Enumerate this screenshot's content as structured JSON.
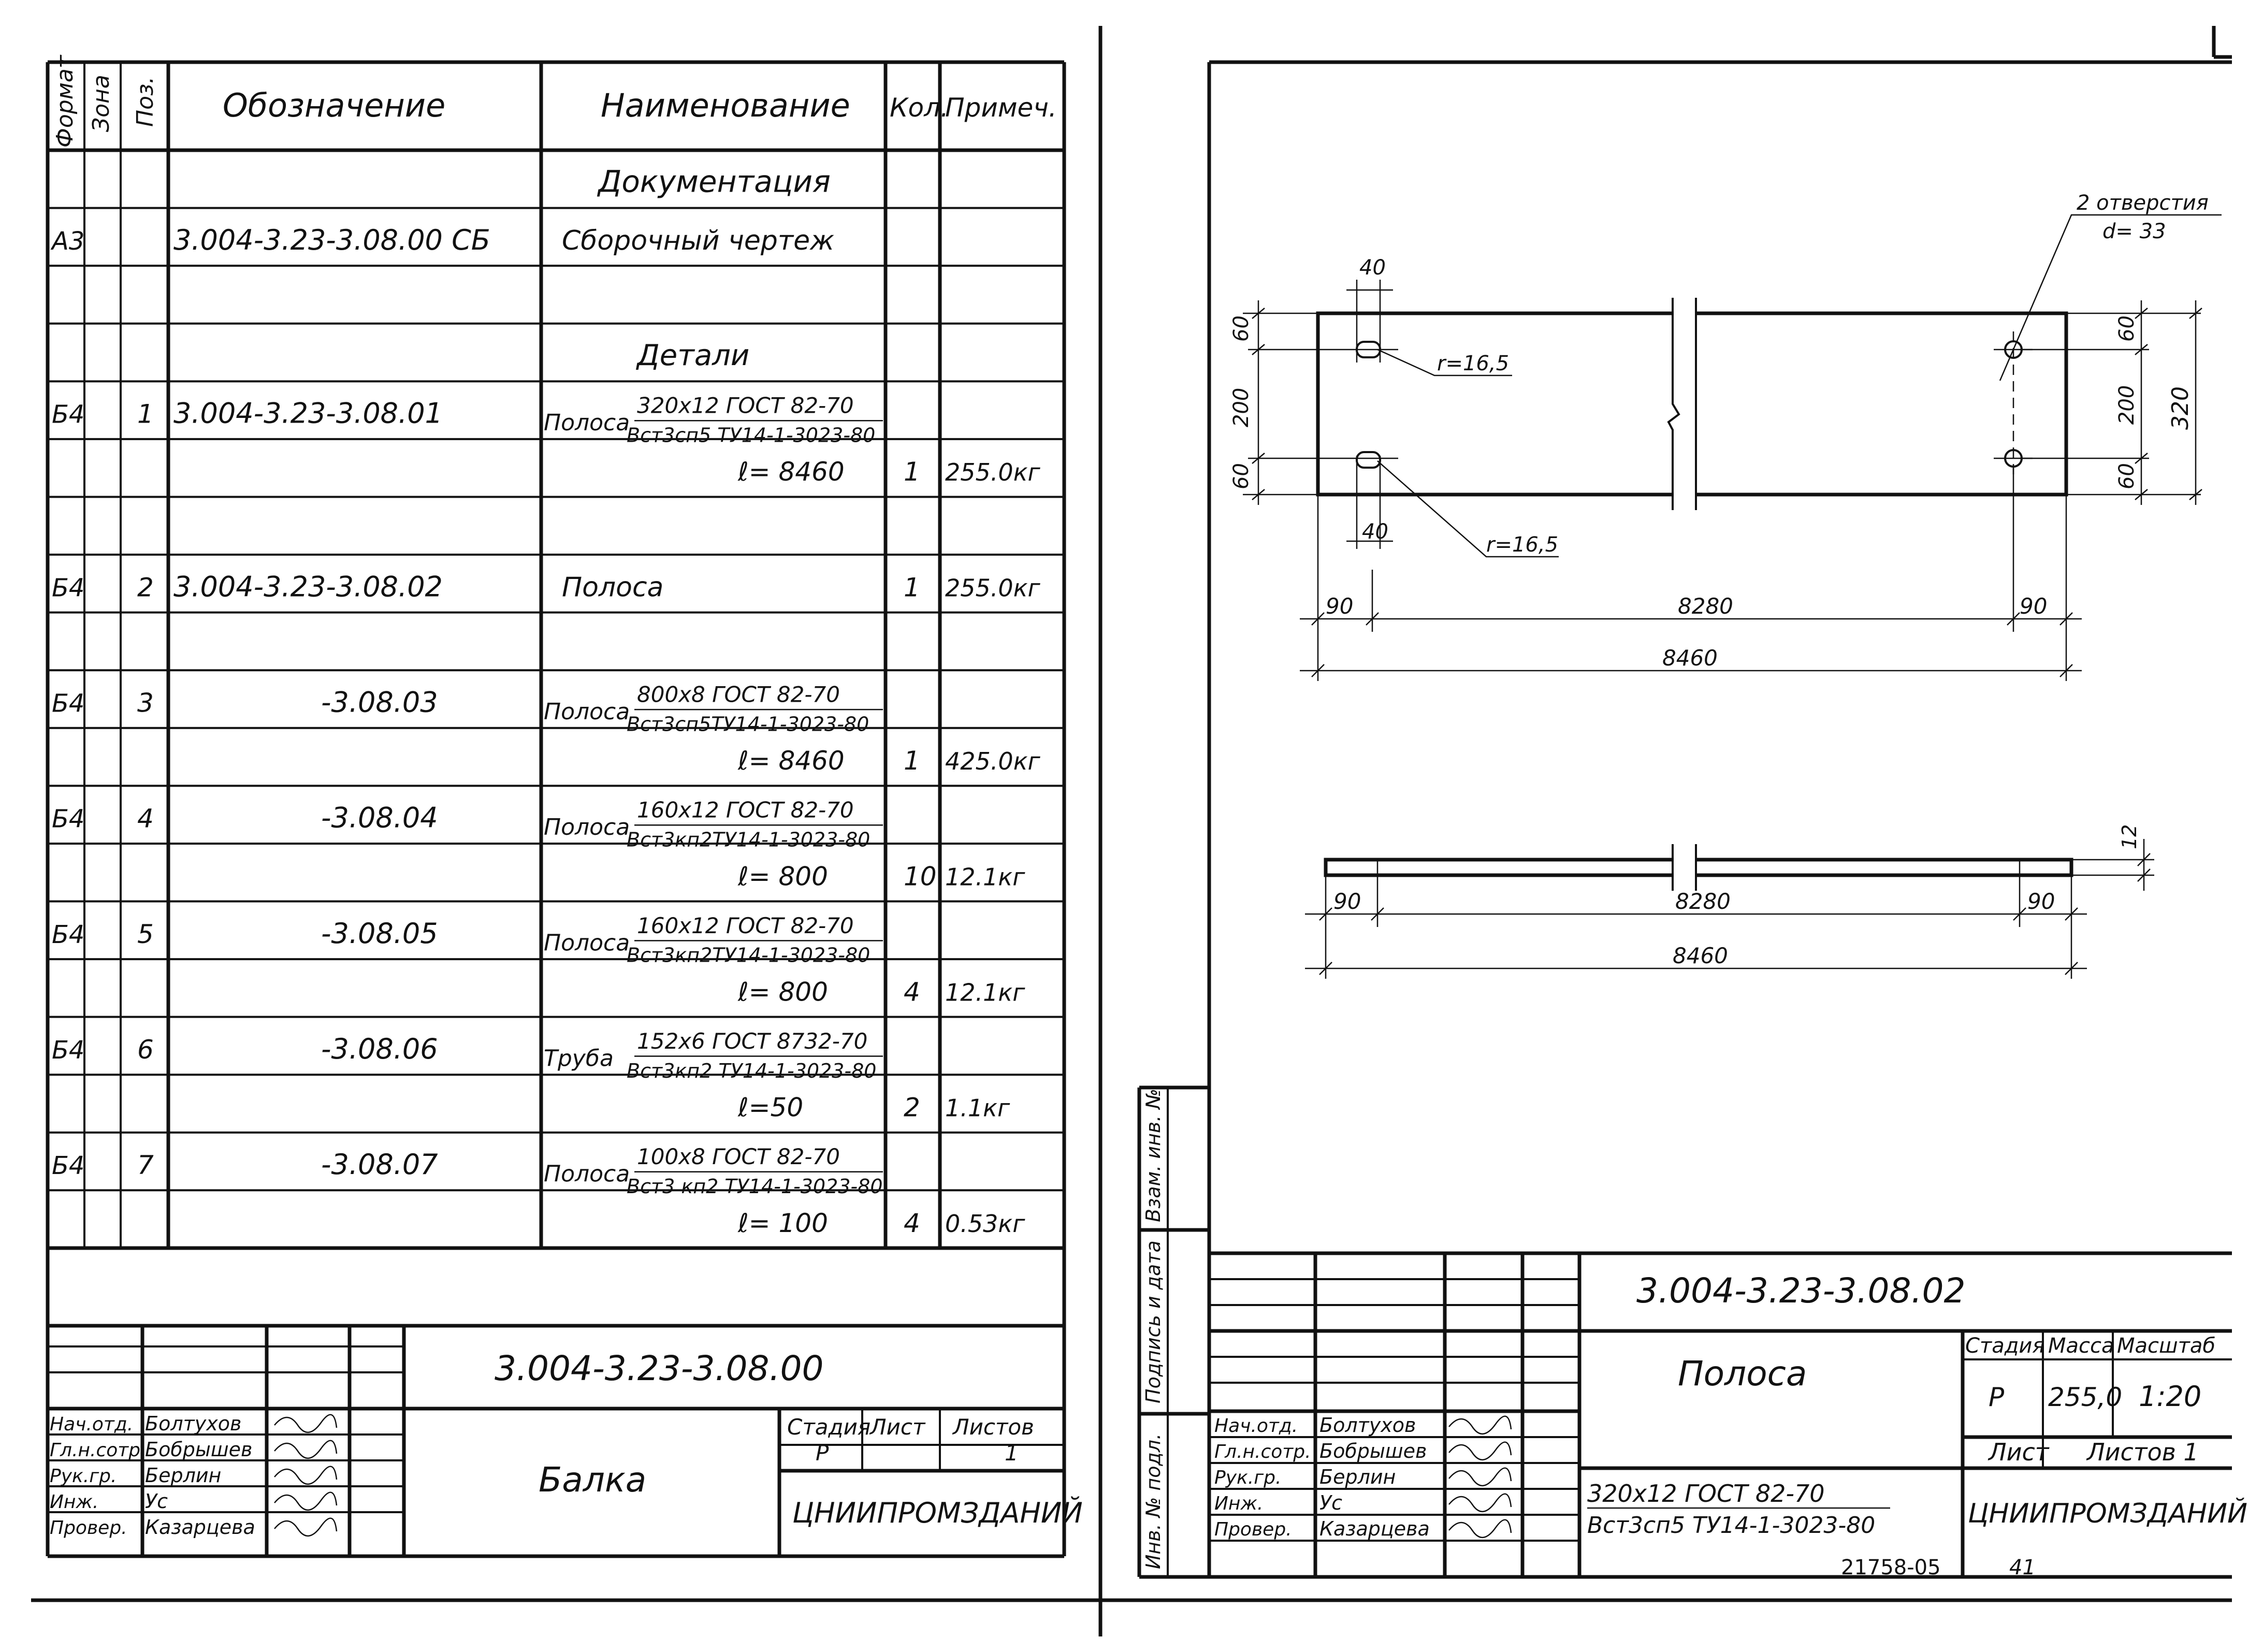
{
  "left_sheet": {
    "spec_header": {
      "format": "Формат",
      "zone": "Зона",
      "pos": "Поз.",
      "designation": "Обозначение",
      "name": "Наименование",
      "qty": "Кол.",
      "note": "Примеч."
    },
    "rows": [
      {
        "format": "",
        "pos": "",
        "designation": "",
        "name": "Документация",
        "qty": "",
        "note": ""
      },
      {
        "format": "А3",
        "pos": "",
        "designation": "3.004-3.23-3.08.00 СБ",
        "name": "Сборочный чертеж",
        "qty": "",
        "note": ""
      },
      {
        "format": "",
        "pos": "",
        "designation": "",
        "name": "",
        "qty": "",
        "note": ""
      },
      {
        "format": "",
        "pos": "",
        "designation": "",
        "name": "Детали",
        "qty": "",
        "note": ""
      },
      {
        "format": "Б4",
        "pos": "1",
        "designation": "3.004-3.23-3.08.01",
        "name_prefix": "Полоса",
        "name_top": "320х12 ГОСТ 82-70",
        "name_bottom": "Вст3сп5 ТУ14-1-3023-80",
        "qty": "",
        "note": ""
      },
      {
        "format": "",
        "pos": "",
        "designation": "",
        "name": "ℓ= 8460",
        "qty": "1",
        "note": "255.0кг"
      },
      {
        "format": "",
        "pos": "",
        "designation": "",
        "name": "",
        "qty": "",
        "note": ""
      },
      {
        "format": "Б4",
        "pos": "2",
        "designation": "3.004-3.23-3.08.02",
        "name": "Полоса",
        "qty": "1",
        "note": "255.0кг"
      },
      {
        "format": "",
        "pos": "",
        "designation": "",
        "name": "",
        "qty": "",
        "note": ""
      },
      {
        "format": "Б4",
        "pos": "3",
        "designation": "-3.08.03",
        "name_prefix": "Полоса",
        "name_top": "800х8 ГОСТ 82-70",
        "name_bottom": "Вст3сп5ТУ14-1-3023-80",
        "qty": "",
        "note": ""
      },
      {
        "format": "",
        "pos": "",
        "designation": "",
        "name": "ℓ= 8460",
        "qty": "1",
        "note": "425.0кг"
      },
      {
        "format": "Б4",
        "pos": "4",
        "designation": "-3.08.04",
        "name_prefix": "Полоса",
        "name_top": "160х12 ГОСТ 82-70",
        "name_bottom": "Вст3кп2ТУ14-1-3023-80",
        "qty": "",
        "note": ""
      },
      {
        "format": "",
        "pos": "",
        "designation": "",
        "name": "ℓ= 800",
        "qty": "10",
        "note": "12.1кг"
      },
      {
        "format": "Б4",
        "pos": "5",
        "designation": "-3.08.05",
        "name_prefix": "Полоса",
        "name_top": "160х12 ГОСТ 82-70",
        "name_bottom": "Вст3кп2ТУ14-1-3023-80",
        "qty": "",
        "note": ""
      },
      {
        "format": "",
        "pos": "",
        "designation": "",
        "name": "ℓ= 800",
        "qty": "4",
        "note": "12.1кг"
      },
      {
        "format": "Б4",
        "pos": "6",
        "designation": "-3.08.06",
        "name_prefix": "Труба",
        "name_top": "152х6 ГОСТ 8732-70",
        "name_bottom": "Вст3кп2 ТУ14-1-3023-80",
        "qty": "",
        "note": ""
      },
      {
        "format": "",
        "pos": "",
        "designation": "",
        "name": "ℓ=50",
        "qty": "2",
        "note": "1.1кг"
      },
      {
        "format": "Б4",
        "pos": "7",
        "designation": "-3.08.07",
        "name_prefix": "Полоса",
        "name_top": "100х8 ГОСТ 82-70",
        "name_bottom": "Вст3 кп2 ТУ14-1-3023-80",
        "qty": "",
        "note": ""
      },
      {
        "format": "",
        "pos": "",
        "designation": "",
        "name": "ℓ= 100",
        "qty": "4",
        "note": "0.53кг"
      }
    ],
    "title_block": {
      "code": "3.004-3.23-3.08.00",
      "title": "Балка",
      "stage_label": "Стадия",
      "sheet_label": "Лист",
      "sheets_label": "Листов",
      "stage": "Р",
      "sheets": "1",
      "org": "ЦНИИПРОМЗДАНИЙ",
      "people": [
        {
          "role": "Нач.отд.",
          "name": "Болтухов"
        },
        {
          "role": "Гл.н.сотр.",
          "name": "Бобрышев"
        },
        {
          "role": "Рук.гр.",
          "name": "Берлин"
        },
        {
          "role": "Инж.",
          "name": "Ус"
        },
        {
          "role": "Провер.",
          "name": "Казарцева"
        }
      ]
    }
  },
  "right_sheet": {
    "side_labels": [
      "Взам. инв. №",
      "Подпись и дата",
      "Инв. № подл."
    ],
    "drawing": {
      "holes_note_1": "2 отверстия",
      "holes_note_2": "d= 33",
      "dim_40_top": "40",
      "dim_40_bottom": "40",
      "radius_top": "r=16,5",
      "radius_bottom": "r=16,5",
      "left_dims": [
        "60",
        "200",
        "60"
      ],
      "right_dims": [
        "60",
        "200",
        "60"
      ],
      "height_total": "320",
      "dim_90_left": "90",
      "dim_8280": "8280",
      "dim_90_right": "90",
      "dim_8460": "8460",
      "side_thickness": "12",
      "side_90_left": "90",
      "side_8280": "8280",
      "side_90_right": "90",
      "side_8460": "8460"
    },
    "title_block": {
      "code": "3.004-3.23-3.08.02",
      "title": "Полоса",
      "material_top": "320х12 ГОСТ 82-70",
      "material_bottom": "Вст3сп5 ТУ14-1-3023-80",
      "stage_label": "Стадия",
      "mass_label": "Масса",
      "scale_label": "Масштаб",
      "stage": "Р",
      "mass": "255,0",
      "scale": "1:20",
      "sheet_label": "Лист",
      "sheets_label": "Листов 1",
      "org": "ЦНИИПРОМЗДАНИЙ",
      "people": [
        {
          "role": "Нач.отд.",
          "name": "Болтухов"
        },
        {
          "role": "Гл.н.сотр.",
          "name": "Бобрышев"
        },
        {
          "role": "Рук.гр.",
          "name": "Берлин"
        },
        {
          "role": "Инж.",
          "name": "Ус"
        },
        {
          "role": "Провер.",
          "name": "Казарцева"
        }
      ]
    },
    "footer_stamp": "21758-05",
    "page_number": "41"
  }
}
